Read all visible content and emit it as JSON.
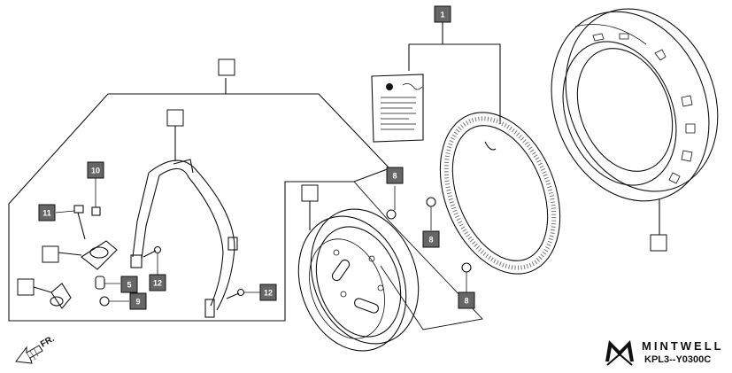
{
  "callouts": {
    "c1": "1",
    "c5": "5",
    "c8a": "8",
    "c8b": "8",
    "c8c": "8",
    "c9": "9",
    "c10": "10",
    "c11": "11",
    "c12a": "12",
    "c12b": "12"
  },
  "direction_label": "FR.",
  "brand": {
    "name": "MINTWELL",
    "diagram_code": "KPL3--Y0300C"
  },
  "colors": {
    "callout_fill": "#666666",
    "line": "#111111",
    "background": "#ffffff"
  }
}
